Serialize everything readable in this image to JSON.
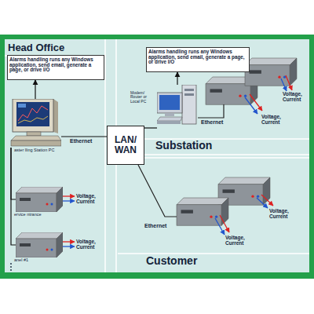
{
  "diagram": {
    "nodes": [
      {
        "text": [
          "Head Office"
        ]
      },
      {
        "text": [
          "Alarms handling runs any Windows application, send email, generate a page, or drive I/O"
        ],
        "in": 0
      },
      {
        "text": [
          "aster lling Station PC"
        ],
        "in": 0
      },
      {
        "text": [
          "ervice ntrance"
        ],
        "in": 0
      },
      {
        "text": [
          "anel #1"
        ],
        "in": 0
      },
      {
        "text": [
          "LAN/ WAN"
        ]
      },
      {
        "text": [
          "Substation"
        ]
      },
      {
        "text": [
          "Alarms handling runs any Windows application, send email, generate a page, or drive I/O"
        ],
        "in": 6
      },
      {
        "text": [
          "Modem/ Router or Local PC"
        ],
        "in": 6
      },
      {
        "text": [
          "Customer"
        ]
      }
    ],
    "edges": [
      {
        "from": 2,
        "to": 1,
        "arrow": "to"
      },
      {
        "from": 2,
        "to": 5,
        "arrow": "none",
        "label": "Ethernet"
      },
      {
        "from": 2,
        "to": 3,
        "arrow": "none"
      },
      {
        "from": 2,
        "to": 4,
        "arrow": "none"
      },
      {
        "from": 8,
        "to": 7,
        "arrow": "to"
      },
      {
        "from": 5,
        "to": 8,
        "arrow": "none"
      }
    ],
    "labels": [
      "Voltage, Current",
      "Voltage, Current",
      "Ethernet",
      "Voltage, Current",
      "Voltage, Current",
      "Ethernet",
      "Voltage, Current",
      "Voltage, Current"
    ]
  }
}
